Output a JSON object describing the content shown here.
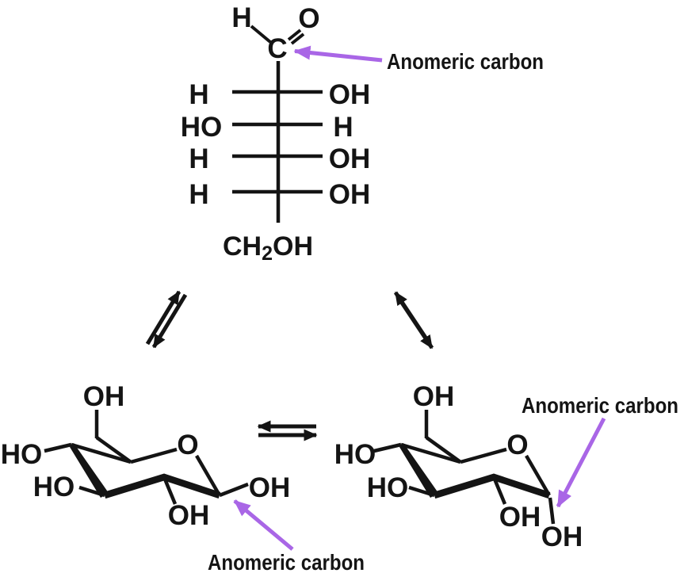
{
  "colors": {
    "ink": "#141414",
    "accent": "#a966e6"
  },
  "fischer": {
    "aldehyde_h": "H",
    "aldehyde_o": "O",
    "anomeric_c": "C",
    "rows": [
      {
        "left": "H",
        "right": "OH"
      },
      {
        "left": "HO",
        "right": "H"
      },
      {
        "left": "H",
        "right": "OH"
      },
      {
        "left": "H",
        "right": "OH"
      }
    ],
    "ch2oh": {
      "main": "CH",
      "sub": "2",
      "rest": "OH"
    }
  },
  "annotations": {
    "top": "Anomeric carbon",
    "bottom_left": "Anomeric carbon",
    "bottom_right": "Anomeric carbon"
  },
  "ring_left": {
    "ring_o": "O",
    "ch2_oh": "OH",
    "c4_ho": "HO",
    "c3_ho": "HO",
    "c2_oh": "OH",
    "c1_oh": "OH"
  },
  "ring_right": {
    "ring_o": "O",
    "ch2_oh": "OH",
    "c4_ho": "HO",
    "c3_ho": "HO",
    "c2_oh": "OH",
    "c1_oh": "OH"
  }
}
